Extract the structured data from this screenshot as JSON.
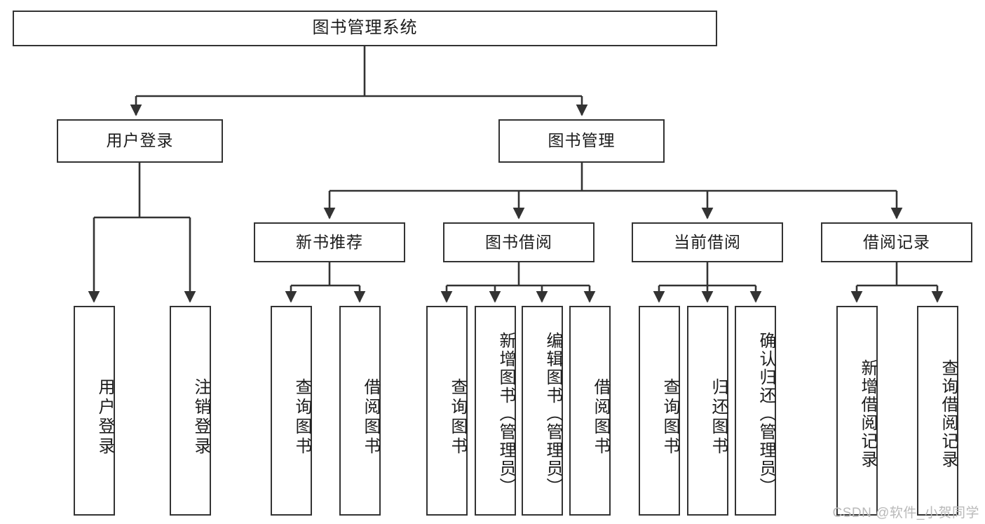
{
  "diagram": {
    "title": "图书管理系统",
    "type": "hierarchy-tree",
    "watermark": "CSDN @软件_小贺同学",
    "colors": {
      "stroke": "#333333",
      "fill": "#ffffff",
      "text": "#1c1c1c",
      "watermark": "#b9b9b9"
    },
    "nodes": {
      "root": {
        "label": "图书管理系统",
        "level": 1
      },
      "l2": [
        {
          "id": "user-login",
          "label": "用户登录",
          "level": 2
        },
        {
          "id": "book-management",
          "label": "图书管理",
          "level": 2
        }
      ],
      "l3": [
        {
          "id": "new-book-recommend",
          "label": "新书推荐",
          "level": 3
        },
        {
          "id": "book-borrow",
          "label": "图书借阅",
          "level": 3
        },
        {
          "id": "current-borrow",
          "label": "当前借阅",
          "level": 3
        },
        {
          "id": "borrow-record",
          "label": "借阅记录",
          "level": 3
        }
      ],
      "leaves": {
        "user-login": [
          {
            "id": "leaf-user-login",
            "label": "用户登录"
          },
          {
            "id": "leaf-user-logout",
            "label": "注销登录"
          }
        ],
        "new-book-recommend": [
          {
            "id": "leaf-query-book-1",
            "label": "查询图书"
          },
          {
            "id": "leaf-borrow-book-1",
            "label": "借阅图书"
          }
        ],
        "book-borrow": [
          {
            "id": "leaf-query-book-2",
            "label": "查询图书"
          },
          {
            "id": "leaf-add-book-admin",
            "label": "新增图书（管理员）"
          },
          {
            "id": "leaf-edit-book-admin",
            "label": "编辑图书（管理员）"
          },
          {
            "id": "leaf-borrow-book-2",
            "label": "借阅图书"
          }
        ],
        "current-borrow": [
          {
            "id": "leaf-query-book-3",
            "label": "查询图书"
          },
          {
            "id": "leaf-return-book",
            "label": "归还图书"
          },
          {
            "id": "leaf-confirm-return-admin",
            "label": "确认归还（管理员）"
          }
        ],
        "borrow-record": [
          {
            "id": "leaf-add-borrow-record",
            "label": "新增借阅记录"
          },
          {
            "id": "leaf-query-borrow-record",
            "label": "查询借阅记录"
          }
        ]
      }
    }
  }
}
